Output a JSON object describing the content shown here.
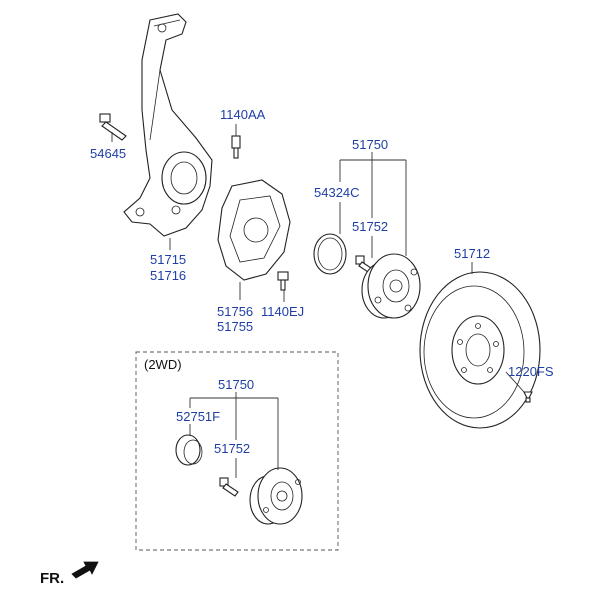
{
  "labels": {
    "p54645": "54645",
    "p1140AA": "1140AA",
    "p51715": "51715",
    "p51716": "51716",
    "p51756": "51756",
    "p51755": "51755",
    "p1140EJ": "1140EJ",
    "p51750_top": "51750",
    "p54324C": "54324C",
    "p51752_top": "51752",
    "p51712": "51712",
    "p1220FS": "1220FS",
    "box_title": "(2WD)",
    "p51750_box": "51750",
    "p52751F": "52751F",
    "p51752_box": "51752",
    "fr": "FR."
  }
}
